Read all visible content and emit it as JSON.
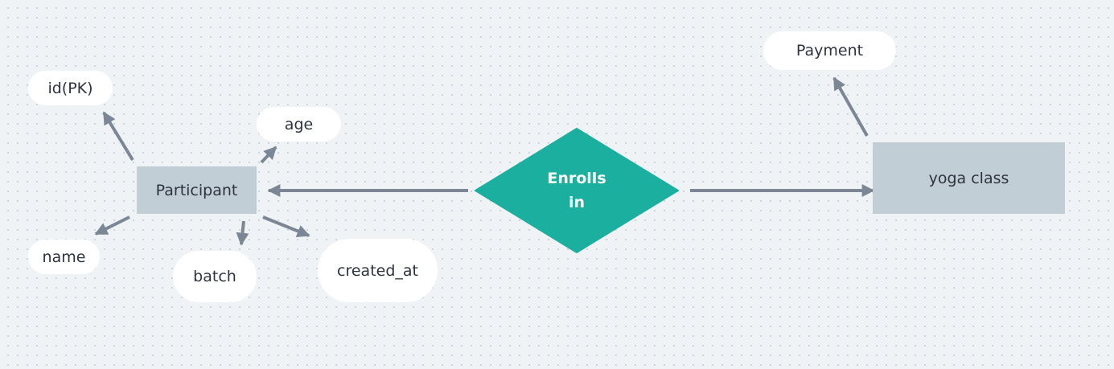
{
  "diagram": {
    "entities": {
      "participant": "Participant",
      "yoga_class": "yoga class"
    },
    "relationship": {
      "line1": "Enrolls",
      "line2": "in"
    },
    "attributes": {
      "id": "id(PK)",
      "age": "age",
      "name": "name",
      "batch": "batch",
      "created_at": "created_at",
      "payment": "Payment"
    },
    "colors": {
      "entity_fill": "#c2ced6",
      "relationship_fill": "#1aaf9f",
      "edge": "#7b8794",
      "attribute_fill": "#ffffff"
    }
  }
}
